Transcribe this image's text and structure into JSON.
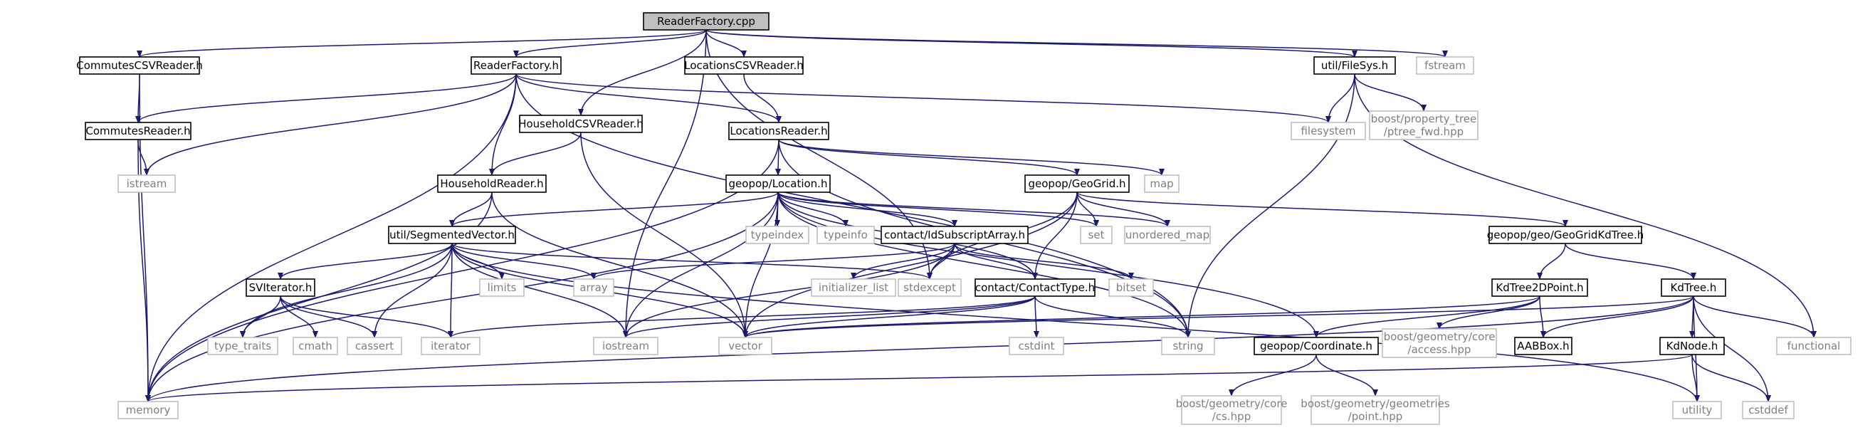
{
  "diagram": {
    "colors": {
      "edge": "#191970",
      "node_border": "#000000",
      "root_fill": "#bfbfbf",
      "header_fill": "#ffffff",
      "system_border": "#bfbfbf",
      "system_text": "#7f7f7f",
      "header_text": "#000000"
    },
    "nodes": [
      {
        "id": "readerfactory_cpp",
        "label": "ReaderFactory.cpp",
        "kind": "root"
      },
      {
        "id": "commutescsvreader_h",
        "label": "CommutesCSVReader.h",
        "kind": "header"
      },
      {
        "id": "readerfactory_h",
        "label": "ReaderFactory.h",
        "kind": "header"
      },
      {
        "id": "locationscsvreader_h",
        "label": "LocationsCSVReader.h",
        "kind": "header"
      },
      {
        "id": "util_filesys_h",
        "label": "util/FileSys.h",
        "kind": "header"
      },
      {
        "id": "fstream",
        "label": "fstream",
        "kind": "system"
      },
      {
        "id": "commutesreader_h",
        "label": "CommutesReader.h",
        "kind": "header"
      },
      {
        "id": "householdcsvreader_h",
        "label": "HouseholdCSVReader.h",
        "kind": "header"
      },
      {
        "id": "locationsreader_h",
        "label": "LocationsReader.h",
        "kind": "header"
      },
      {
        "id": "filesystem",
        "label": "filesystem",
        "kind": "system"
      },
      {
        "id": "ptree_fwd",
        "label": "boost/property_tree/ptree_fwd.hpp",
        "kind": "system"
      },
      {
        "id": "istream",
        "label": "istream",
        "kind": "system"
      },
      {
        "id": "householdreader_h",
        "label": "HouseholdReader.h",
        "kind": "header"
      },
      {
        "id": "geopop_location_h",
        "label": "geopop/Location.h",
        "kind": "header"
      },
      {
        "id": "geopop_geogrid_h",
        "label": "geopop/GeoGrid.h",
        "kind": "header"
      },
      {
        "id": "map",
        "label": "map",
        "kind": "system"
      },
      {
        "id": "util_segmentedvector_h",
        "label": "util/SegmentedVector.h",
        "kind": "header"
      },
      {
        "id": "typeindex",
        "label": "typeindex",
        "kind": "system"
      },
      {
        "id": "typeinfo",
        "label": "typeinfo",
        "kind": "system"
      },
      {
        "id": "contact_idsubscriptarray_h",
        "label": "contact/IdSubscriptArray.h",
        "kind": "header"
      },
      {
        "id": "set",
        "label": "set",
        "kind": "system"
      },
      {
        "id": "unordered_map",
        "label": "unordered_map",
        "kind": "system"
      },
      {
        "id": "geogridkdtree_h",
        "label": "geopop/geo/GeoGridKdTree.h",
        "kind": "header"
      },
      {
        "id": "sviterator_h",
        "label": "SVIterator.h",
        "kind": "header"
      },
      {
        "id": "limits",
        "label": "limits",
        "kind": "system"
      },
      {
        "id": "array",
        "label": "array",
        "kind": "system"
      },
      {
        "id": "initializer_list",
        "label": "initializer_list",
        "kind": "system"
      },
      {
        "id": "stdexcept",
        "label": "stdexcept",
        "kind": "system"
      },
      {
        "id": "contact_contacttype_h",
        "label": "contact/ContactType.h",
        "kind": "header"
      },
      {
        "id": "bitset",
        "label": "bitset",
        "kind": "system"
      },
      {
        "id": "kdtree2dpoint_h",
        "label": "KdTree2DPoint.h",
        "kind": "header"
      },
      {
        "id": "kdtree_h",
        "label": "KdTree.h",
        "kind": "header"
      },
      {
        "id": "type_traits",
        "label": "type_traits",
        "kind": "system"
      },
      {
        "id": "cmath",
        "label": "cmath",
        "kind": "system"
      },
      {
        "id": "cassert",
        "label": "cassert",
        "kind": "system"
      },
      {
        "id": "iterator",
        "label": "iterator",
        "kind": "system"
      },
      {
        "id": "iostream",
        "label": "iostream",
        "kind": "system"
      },
      {
        "id": "vector",
        "label": "vector",
        "kind": "system"
      },
      {
        "id": "cstdint",
        "label": "cstdint",
        "kind": "system"
      },
      {
        "id": "string",
        "label": "string",
        "kind": "system"
      },
      {
        "id": "geopop_coordinate_h",
        "label": "geopop/Coordinate.h",
        "kind": "header"
      },
      {
        "id": "boost_access",
        "label": "boost/geometry/core/access.hpp",
        "kind": "system"
      },
      {
        "id": "aabbox_h",
        "label": "AABBox.h",
        "kind": "header"
      },
      {
        "id": "kdnode_h",
        "label": "KdNode.h",
        "kind": "header"
      },
      {
        "id": "functional",
        "label": "functional",
        "kind": "system"
      },
      {
        "id": "memory",
        "label": "memory",
        "kind": "system"
      },
      {
        "id": "boost_cs",
        "label": "boost/geometry/core/cs.hpp",
        "kind": "system"
      },
      {
        "id": "boost_point",
        "label": "boost/geometry/geometries/point.hpp",
        "kind": "system"
      },
      {
        "id": "utility",
        "label": "utility",
        "kind": "system"
      },
      {
        "id": "cstddef",
        "label": "cstddef",
        "kind": "system"
      }
    ],
    "edges": [
      [
        "readerfactory_cpp",
        "commutescsvreader_h"
      ],
      [
        "readerfactory_cpp",
        "readerfactory_h"
      ],
      [
        "readerfactory_cpp",
        "locationscsvreader_h"
      ],
      [
        "readerfactory_cpp",
        "util_filesys_h"
      ],
      [
        "readerfactory_cpp",
        "fstream"
      ],
      [
        "readerfactory_cpp",
        "householdcsvreader_h"
      ],
      [
        "readerfactory_cpp",
        "iostream"
      ],
      [
        "readerfactory_cpp",
        "stdexcept"
      ],
      [
        "commutescsvreader_h",
        "commutesreader_h"
      ],
      [
        "commutescsvreader_h",
        "memory"
      ],
      [
        "readerfactory_h",
        "commutesreader_h"
      ],
      [
        "readerfactory_h",
        "householdreader_h"
      ],
      [
        "readerfactory_h",
        "locationsreader_h"
      ],
      [
        "readerfactory_h",
        "filesystem"
      ],
      [
        "readerfactory_h",
        "istream"
      ],
      [
        "readerfactory_h",
        "memory"
      ],
      [
        "readerfactory_h",
        "string"
      ],
      [
        "locationscsvreader_h",
        "locationsreader_h"
      ],
      [
        "util_filesys_h",
        "filesystem"
      ],
      [
        "util_filesys_h",
        "ptree_fwd"
      ],
      [
        "util_filesys_h",
        "string"
      ],
      [
        "util_filesys_h",
        "functional"
      ],
      [
        "commutesreader_h",
        "istream"
      ],
      [
        "commutesreader_h",
        "memory"
      ],
      [
        "householdcsvreader_h",
        "householdreader_h"
      ],
      [
        "householdcsvreader_h",
        "vector"
      ],
      [
        "locationsreader_h",
        "geopop_location_h"
      ],
      [
        "locationsreader_h",
        "geopop_geogrid_h"
      ],
      [
        "locationsreader_h",
        "map"
      ],
      [
        "locationsreader_h",
        "memory"
      ],
      [
        "locationsreader_h",
        "string"
      ],
      [
        "householdreader_h",
        "util_segmentedvector_h"
      ],
      [
        "householdreader_h",
        "memory"
      ],
      [
        "householdreader_h",
        "vector"
      ],
      [
        "geopop_location_h",
        "typeindex"
      ],
      [
        "geopop_location_h",
        "typeinfo"
      ],
      [
        "geopop_location_h",
        "contact_idsubscriptarray_h"
      ],
      [
        "geopop_location_h",
        "set"
      ],
      [
        "geopop_location_h",
        "unordered_map"
      ],
      [
        "geopop_location_h",
        "util_segmentedvector_h"
      ],
      [
        "geopop_location_h",
        "contact_contacttype_h"
      ],
      [
        "geopop_location_h",
        "geopop_coordinate_h"
      ],
      [
        "geopop_location_h",
        "iostream"
      ],
      [
        "geopop_location_h",
        "vector"
      ],
      [
        "geopop_location_h",
        "string"
      ],
      [
        "geopop_location_h",
        "memory"
      ],
      [
        "geopop_geogrid_h",
        "set"
      ],
      [
        "geopop_geogrid_h",
        "unordered_map"
      ],
      [
        "geopop_geogrid_h",
        "geogridkdtree_h"
      ],
      [
        "geopop_geogrid_h",
        "stdexcept"
      ],
      [
        "geopop_geogrid_h",
        "vector"
      ],
      [
        "geopop_geogrid_h",
        "contact_contacttype_h"
      ],
      [
        "util_segmentedvector_h",
        "sviterator_h"
      ],
      [
        "util_segmentedvector_h",
        "limits"
      ],
      [
        "util_segmentedvector_h",
        "array"
      ],
      [
        "util_segmentedvector_h",
        "stdexcept"
      ],
      [
        "util_segmentedvector_h",
        "type_traits"
      ],
      [
        "util_segmentedvector_h",
        "cassert"
      ],
      [
        "util_segmentedvector_h",
        "iterator"
      ],
      [
        "util_segmentedvector_h",
        "iostream"
      ],
      [
        "util_segmentedvector_h",
        "vector"
      ],
      [
        "util_segmentedvector_h",
        "utility"
      ],
      [
        "contact_idsubscriptarray_h",
        "array"
      ],
      [
        "contact_idsubscriptarray_h",
        "initializer_list"
      ],
      [
        "contact_idsubscriptarray_h",
        "stdexcept"
      ],
      [
        "contact_idsubscriptarray_h",
        "contact_contacttype_h"
      ],
      [
        "contact_idsubscriptarray_h",
        "bitset"
      ],
      [
        "contact_idsubscriptarray_h",
        "iostream"
      ],
      [
        "geogridkdtree_h",
        "kdtree2dpoint_h"
      ],
      [
        "geogridkdtree_h",
        "kdtree_h"
      ],
      [
        "sviterator_h",
        "type_traits"
      ],
      [
        "sviterator_h",
        "cmath"
      ],
      [
        "sviterator_h",
        "cassert"
      ],
      [
        "sviterator_h",
        "iterator"
      ],
      [
        "contact_contacttype_h",
        "cstdint"
      ],
      [
        "contact_contacttype_h",
        "string"
      ],
      [
        "contact_contacttype_h",
        "iterator"
      ],
      [
        "contact_contacttype_h",
        "iostream"
      ],
      [
        "contact_contacttype_h",
        "vector"
      ],
      [
        "kdtree2dpoint_h",
        "geopop_coordinate_h"
      ],
      [
        "kdtree2dpoint_h",
        "boost_access"
      ],
      [
        "kdtree2dpoint_h",
        "aabbox_h"
      ],
      [
        "kdtree2dpoint_h",
        "vector"
      ],
      [
        "kdtree_h",
        "aabbox_h"
      ],
      [
        "kdtree_h",
        "kdnode_h"
      ],
      [
        "kdtree_h",
        "functional"
      ],
      [
        "kdtree_h",
        "memory"
      ],
      [
        "kdtree_h",
        "utility"
      ],
      [
        "kdtree_h",
        "cstddef"
      ],
      [
        "kdtree_h",
        "vector"
      ],
      [
        "geopop_coordinate_h",
        "boost_cs"
      ],
      [
        "geopop_coordinate_h",
        "boost_point"
      ],
      [
        "kdnode_h",
        "memory"
      ],
      [
        "kdnode_h",
        "utility"
      ],
      [
        "kdnode_h",
        "cstddef"
      ]
    ]
  }
}
